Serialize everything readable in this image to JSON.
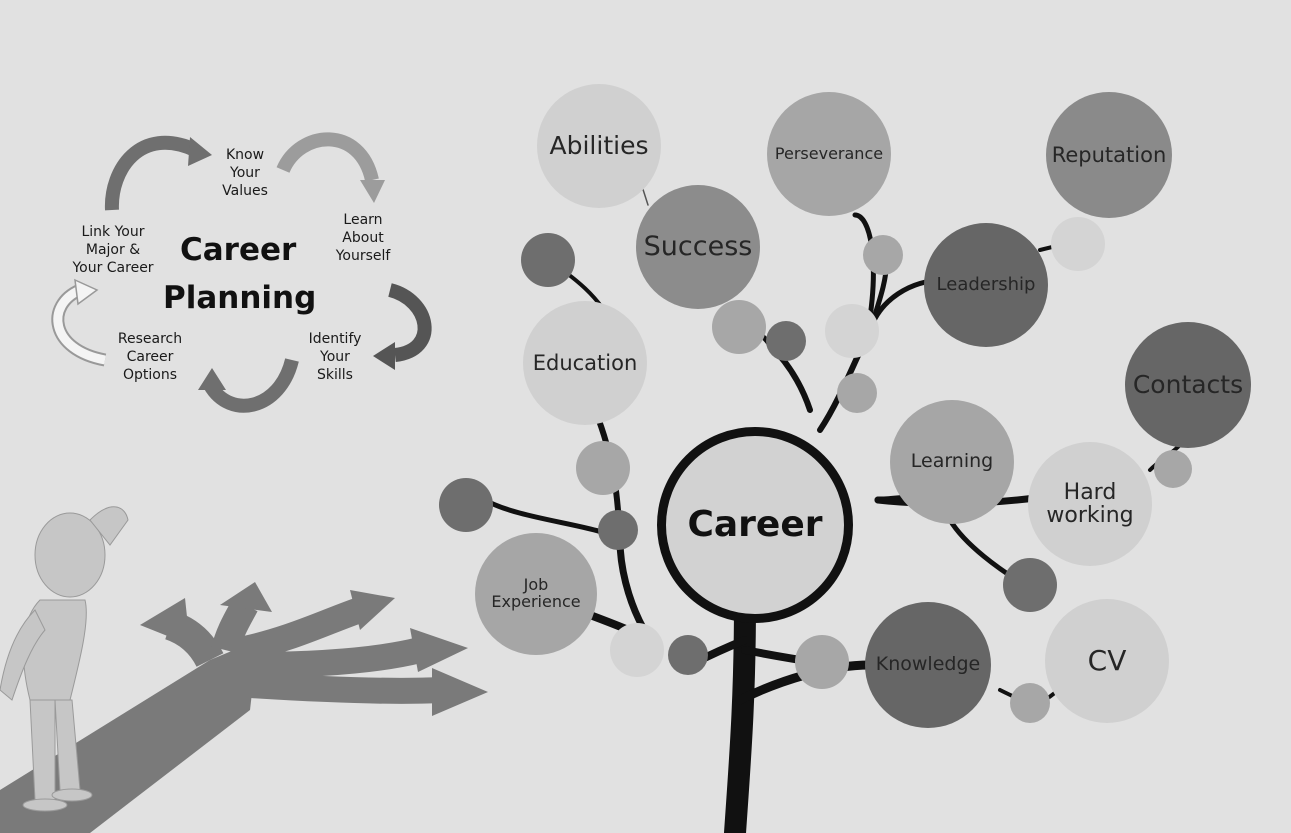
{
  "colors": {
    "background": "#e1e1e1",
    "trunk": "#111111",
    "tone_light": "#d0d0d0",
    "tone_mid": "#a8a8a8",
    "tone_dark": "#7e7e7e",
    "tone_darker": "#666666",
    "arrow_dark": "#6f6f6f",
    "arrow_light": "#f2f2f2",
    "figure": "#c4c4c4",
    "road": "#787878"
  },
  "cycle": {
    "title_line1": "Career",
    "title_line2": "Planning",
    "steps": [
      {
        "label": "Know\nYour\nValues"
      },
      {
        "label": "Learn\nAbout\nYourself"
      },
      {
        "label": "Identify\nYour\nSkills"
      },
      {
        "label": "Research\nCareer\nOptions"
      },
      {
        "label": "Link Your\nMajor &\nYour Career"
      }
    ]
  },
  "tree": {
    "center": "Career",
    "branches": [
      {
        "label": "Abilities"
      },
      {
        "label": "Success"
      },
      {
        "label": "Perseverance"
      },
      {
        "label": "Reputation"
      },
      {
        "label": "Leadership"
      },
      {
        "label": "Education"
      },
      {
        "label": "Contacts"
      },
      {
        "label": "Learning"
      },
      {
        "label": "Hard\nworking"
      },
      {
        "label": "Job\nExperience"
      },
      {
        "label": "Knowledge"
      },
      {
        "label": "CV"
      }
    ]
  }
}
